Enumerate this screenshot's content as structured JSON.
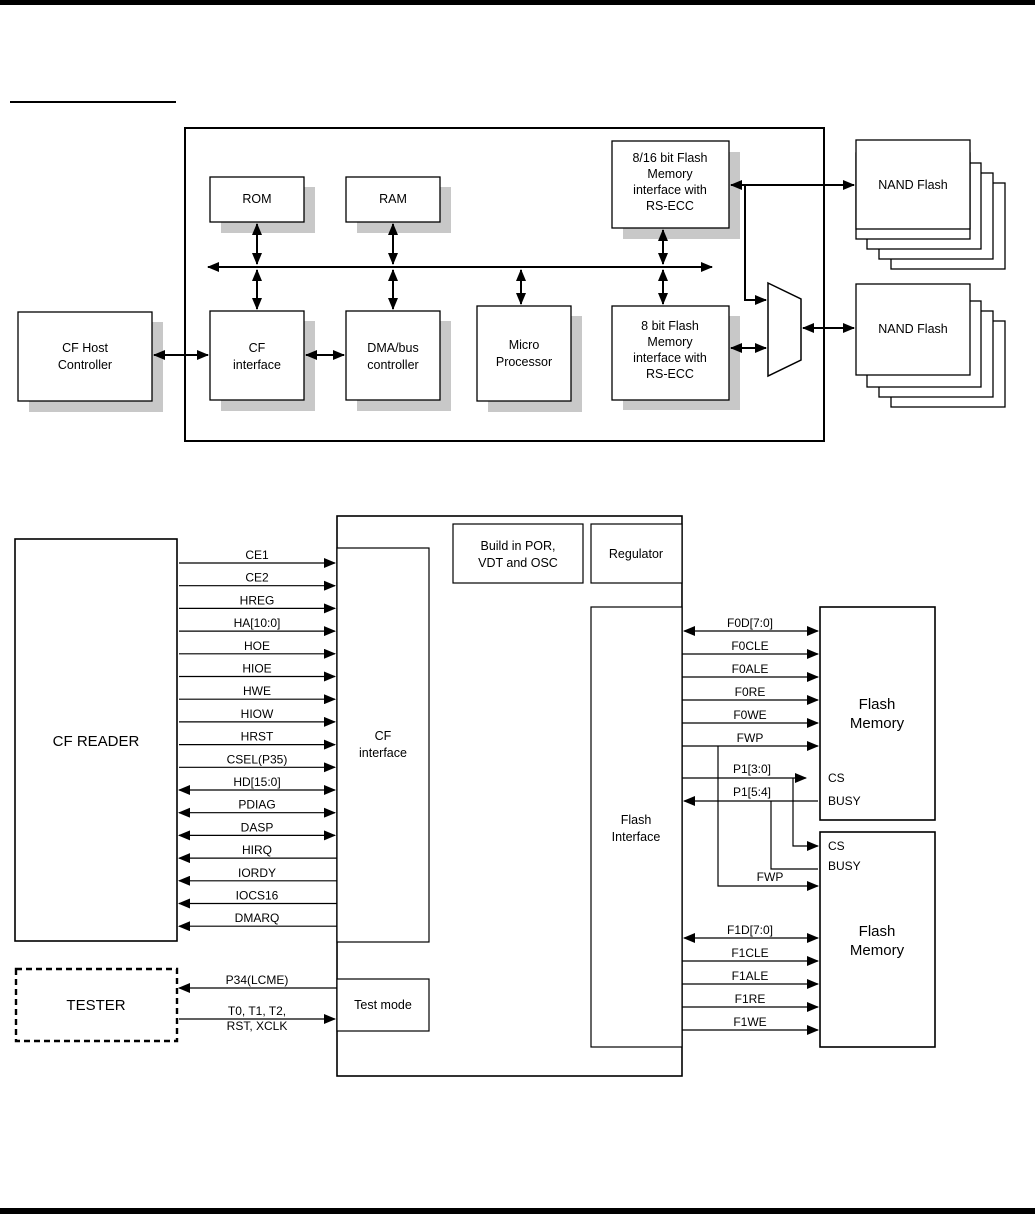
{
  "top_diagram": {
    "rom": "ROM",
    "ram": "RAM",
    "cf_host": [
      "CF Host",
      "Controller"
    ],
    "cf_interface": [
      "CF",
      "interface"
    ],
    "dma": [
      "DMA/bus",
      "controller"
    ],
    "micro": [
      "Micro",
      "Processor"
    ],
    "flash_if_16": [
      "8/16 bit Flash",
      "Memory",
      "interface with",
      "RS-ECC"
    ],
    "flash_if_8": [
      "8 bit Flash",
      "Memory",
      "interface with",
      "RS-ECC"
    ],
    "nand_top": "NAND Flash",
    "nand_bottom": "NAND Flash"
  },
  "bottom_diagram": {
    "cf_reader": "CF READER",
    "tester": "TESTER",
    "cf_interface": [
      "CF",
      "interface"
    ],
    "por": [
      "Build in POR,",
      "VDT and OSC"
    ],
    "regulator": "Regulator",
    "flash_interface": [
      "Flash",
      "Interface"
    ],
    "test_mode": "Test mode",
    "flash_memory_0": [
      "Flash",
      "Memory"
    ],
    "flash_memory_1": [
      "Flash",
      "Memory"
    ],
    "host_signals": [
      "CE1",
      "CE2",
      "HREG",
      "HA[10:0]",
      "HOE",
      "HIOE",
      "HWE",
      "HIOW",
      "HRST",
      "CSEL(P35)",
      "HD[15:0]",
      "PDIAG",
      "DASP",
      "HIRQ",
      "IORDY",
      "IOCS16",
      "DMARQ"
    ],
    "tester_signals": [
      "P34(LCME)",
      "T0, T1, T2,",
      "RST, XCLK"
    ],
    "flash0_signals": [
      "F0D[7:0]",
      "F0CLE",
      "F0ALE",
      "F0RE",
      "F0WE",
      "FWP"
    ],
    "p1_signals": [
      "P1[3:0]",
      "P1[5:4]"
    ],
    "cs_label_0": "CS",
    "busy_label_0": "BUSY",
    "cs_label_1": "CS",
    "busy_label_1": "BUSY",
    "fwp_1": "FWP",
    "flash1_signals": [
      "F1D[7:0]",
      "F1CLE",
      "F1ALE",
      "F1RE",
      "F1WE"
    ]
  }
}
